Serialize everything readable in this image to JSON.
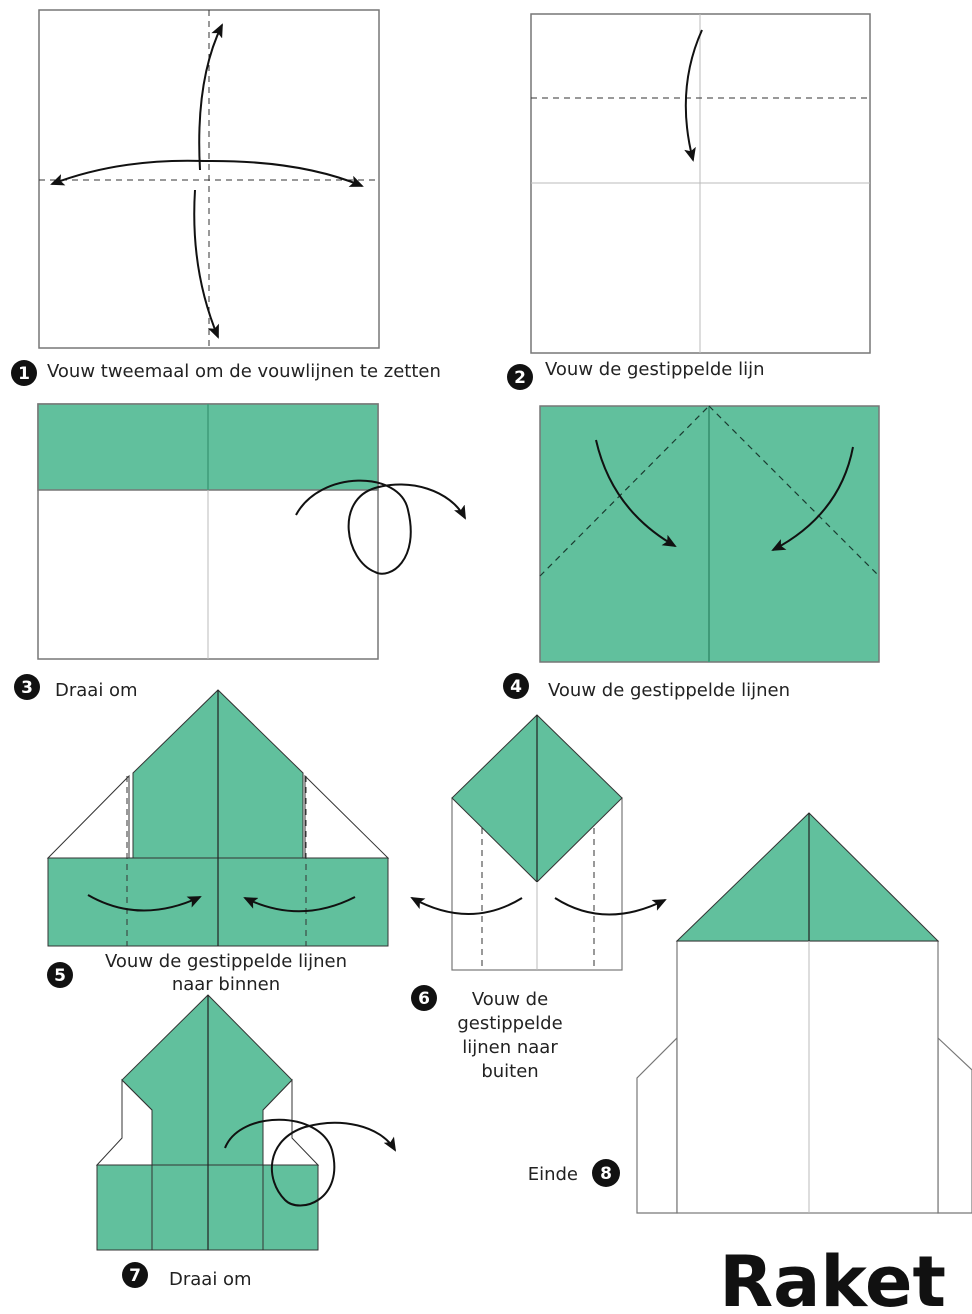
{
  "colors": {
    "paper_green": "#61c09d",
    "crease": "#3f9a78",
    "ink": "#111111"
  },
  "steps": [
    {
      "number": "1",
      "caption": "Vouw tweemaal om de vouwlijnen te zetten"
    },
    {
      "number": "2",
      "caption": "Vouw de gestippelde lijn"
    },
    {
      "number": "3",
      "caption": "Draai om"
    },
    {
      "number": "4",
      "caption": "Vouw de gestippelde lijnen"
    },
    {
      "number": "5",
      "caption_lines": [
        "Vouw de gestippelde lijnen",
        "naar binnen"
      ]
    },
    {
      "number": "6",
      "caption_lines": [
        "Vouw de",
        "gestippelde",
        "lijnen naar",
        "buiten"
      ]
    },
    {
      "number": "7",
      "caption": "Draai om"
    },
    {
      "number": "8",
      "caption": "Einde"
    }
  ],
  "title": "Raket"
}
